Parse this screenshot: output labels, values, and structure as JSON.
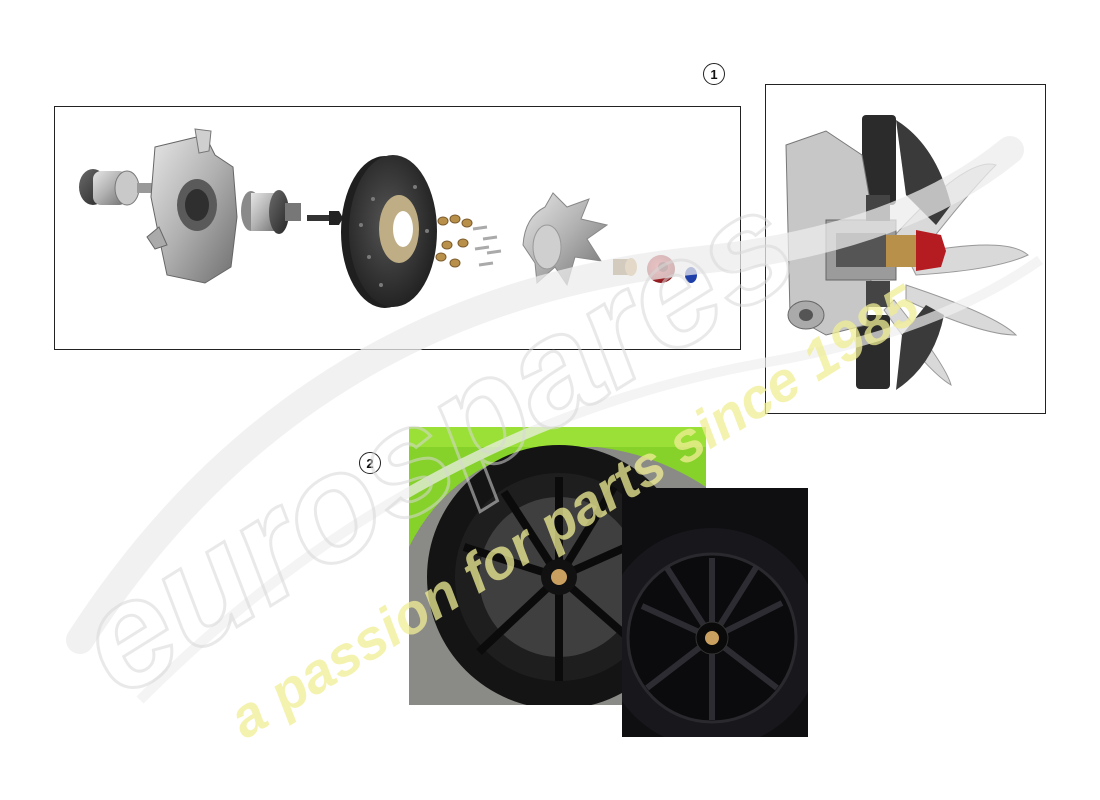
{
  "callouts": [
    {
      "label": "1"
    },
    {
      "label": "2"
    }
  ],
  "colors": {
    "frame_border": "#222222",
    "part_grey": "#b8b8b8",
    "part_dark": "#3a3a3a",
    "brake_disc": "#2e2e2e",
    "bolt_bronze": "#b8904a",
    "cap_red": "#b51c22",
    "cap_blue": "#1e3ea8",
    "car_green": "#86d12a",
    "watermark_grey": "#e9e9e9",
    "watermark_yellow": "#efed9c"
  },
  "watermark": {
    "brand": "eurospares",
    "tagline": "a passion for parts since 1985"
  }
}
